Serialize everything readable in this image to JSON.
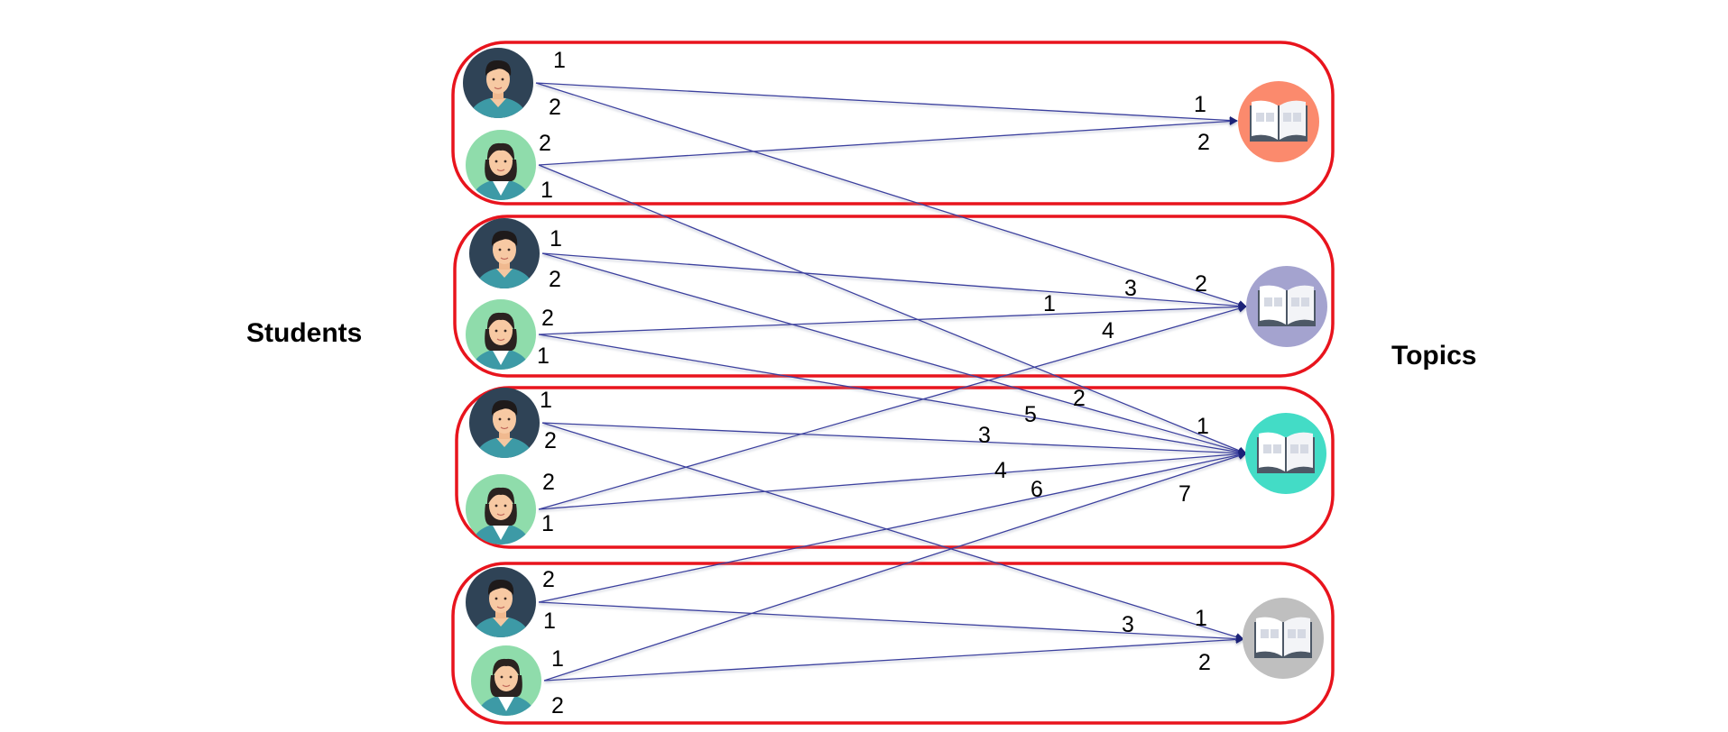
{
  "labels": {
    "students": "Students",
    "topics": "Topics"
  },
  "colors": {
    "group_border": "#e8141d",
    "edge": "#3b3f9e",
    "male_bg": "#2f4356",
    "female_bg": "#8fdcab",
    "topic_colors": [
      "#fb8a6d",
      "#a4a3cf",
      "#43dcc6",
      "#bfbfbf"
    ]
  },
  "groups": [
    {
      "name": "group-1",
      "students": [
        {
          "kind": "male",
          "labels": [
            "1",
            "2"
          ]
        },
        {
          "kind": "female",
          "labels": [
            "2",
            "1"
          ]
        }
      ]
    },
    {
      "name": "group-2",
      "students": [
        {
          "kind": "male",
          "labels": [
            "1",
            "2"
          ]
        },
        {
          "kind": "female",
          "labels": [
            "2",
            "1"
          ]
        }
      ]
    },
    {
      "name": "group-3",
      "students": [
        {
          "kind": "male",
          "labels": [
            "1",
            "2"
          ]
        },
        {
          "kind": "female",
          "labels": [
            "2",
            "1"
          ]
        }
      ]
    },
    {
      "name": "group-4",
      "students": [
        {
          "kind": "male",
          "labels": [
            "2",
            "1"
          ]
        },
        {
          "kind": "female",
          "labels": [
            "1",
            "2"
          ]
        }
      ]
    }
  ],
  "topics": [
    {
      "name": "topic-1",
      "icon": "book-icon"
    },
    {
      "name": "topic-2",
      "icon": "book-icon"
    },
    {
      "name": "topic-3",
      "icon": "book-icon"
    },
    {
      "name": "topic-4",
      "icon": "book-icon"
    }
  ],
  "edges": [
    {
      "from": "s1",
      "to": "t1"
    },
    {
      "from": "s1",
      "to": "t2"
    },
    {
      "from": "s2",
      "to": "t1"
    },
    {
      "from": "s2",
      "to": "t3"
    },
    {
      "from": "s3",
      "to": "t2"
    },
    {
      "from": "s3",
      "to": "t3"
    },
    {
      "from": "s4",
      "to": "t2"
    },
    {
      "from": "s4",
      "to": "t3"
    },
    {
      "from": "s5",
      "to": "t3"
    },
    {
      "from": "s5",
      "to": "t4"
    },
    {
      "from": "s6",
      "to": "t3"
    },
    {
      "from": "s6",
      "to": "t2"
    },
    {
      "from": "s7",
      "to": "t3"
    },
    {
      "from": "s7",
      "to": "t4"
    },
    {
      "from": "s8",
      "to": "t3"
    },
    {
      "from": "s8",
      "to": "t4"
    }
  ],
  "topic_edge_labels": [
    {
      "topic": "t1",
      "labels": [
        "1",
        "2"
      ]
    },
    {
      "topic": "t2",
      "labels": [
        "2",
        "3",
        "1",
        "4"
      ]
    },
    {
      "topic": "t3",
      "labels": [
        "2",
        "1",
        "5",
        "3",
        "4",
        "6",
        "7"
      ]
    },
    {
      "topic": "t4",
      "labels": [
        "1",
        "3",
        "2"
      ]
    }
  ]
}
